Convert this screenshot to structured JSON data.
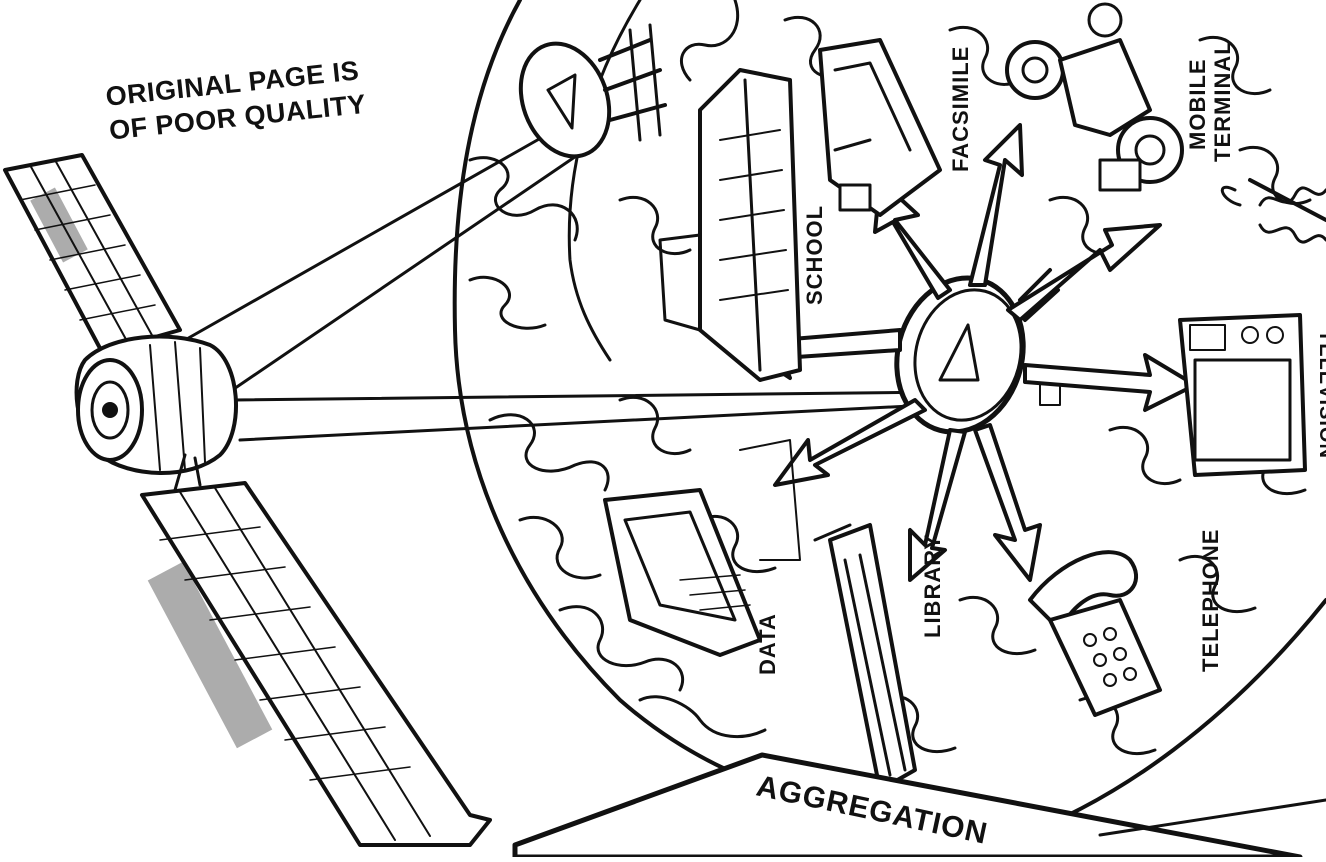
{
  "stamp": {
    "line1": "ORIGINAL PAGE IS",
    "line2": "OF POOR QUALITY"
  },
  "labels": {
    "facsimile": "FACSIMILE",
    "mobile_terminal_1": "MOBILE",
    "mobile_terminal_2": "TERMINAL",
    "school": "SCHOOL",
    "television": "TELEVISION",
    "telephone": "TELEPHONE",
    "library": "LIBRARY",
    "data": "DATA"
  },
  "aggregation_sign": "AGGREGATION"
}
